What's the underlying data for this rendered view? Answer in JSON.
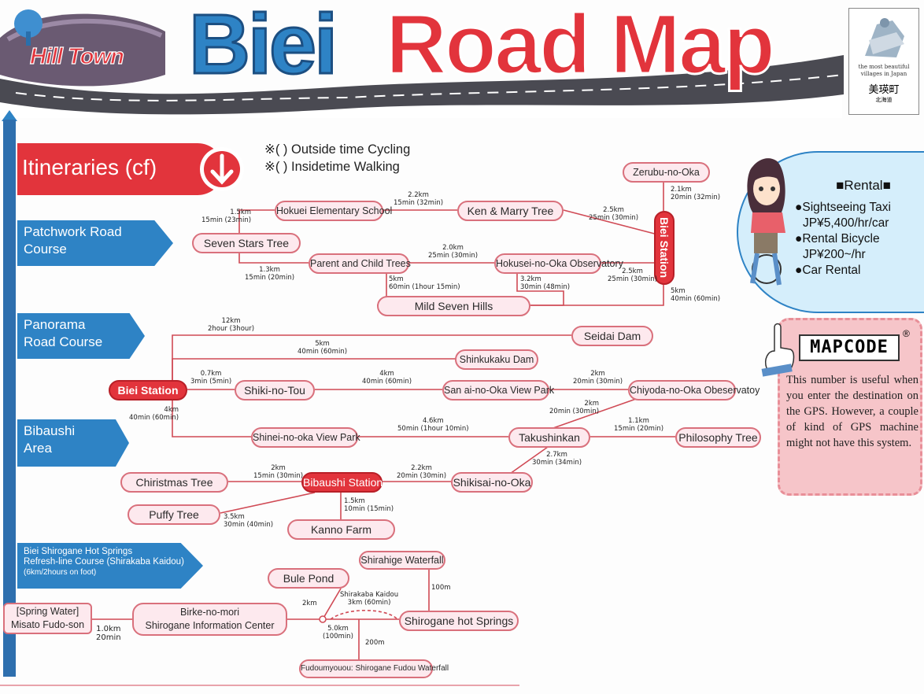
{
  "header": {
    "hilltown": "Hill Town",
    "biei": "Biei",
    "roadmap": "Road Map",
    "badge_line1": "the most beautiful",
    "badge_line2": "villages in Japan",
    "badge_town": "美瑛町",
    "badge_sub": "北海道"
  },
  "itineraries": {
    "label": "Itineraries (cf)",
    "legend_1": "※(    ) Outside time  Cycling",
    "legend_2": "※(    ) Insidetime  Walking"
  },
  "courses": [
    {
      "line1": "Patchwork Road",
      "line2": "Course"
    },
    {
      "line1": "Panorama",
      "line2": "Road Course"
    },
    {
      "line1": "Bibaushi",
      "line2": "Area"
    },
    {
      "line1": "Biei Shirogane Hot Springs",
      "line2": "Refresh-line Course (Shirakaba Kaidou)",
      "line3": "(6km/2hours on foot)"
    }
  ],
  "places": {
    "zerubu": "Zerubu-no-Oka",
    "hokuei": "Hokuei Elementary School",
    "kenmarry": "Ken & Marry Tree",
    "sevenstars": "Seven Stars Tree",
    "parentchild": "Parent and Child Trees",
    "hokusei": "Hokusei-no-Oka Observatory",
    "bieistation1": "Biei Station",
    "mildseven": "Mild Seven Hills",
    "seidai": "Seidai Dam",
    "shinkukaku": "Shinkukaku Dam",
    "bieistation2": "Biei Station",
    "shikinotou": "Shiki-no-Tou",
    "sanai": "San ai-no-Oka View Park",
    "chiyoda": "Chiyoda-no-Oka Obeservatoy",
    "shinei": "Shinei-no-oka View Park",
    "takushinkan": "Takushinkan",
    "philosophy": "Philosophy Tree",
    "christmas": "Chiristmas Tree",
    "bibaushi": "Bibaushi Station",
    "shikisai": "Shikisai-no-Oka",
    "puffy": "Puffy Tree",
    "kanno": "Kanno Farm",
    "shirahige": "Shirahige Waterfall",
    "bule": "Bule Pond",
    "spring": "[Spring Water]\nMisato Fudo-son",
    "birke": "Birke-no-mori\nShirogane Information Center",
    "shirogane": "Shirogane hot Springs",
    "fudou": "Fudoumyouou: Shirogane Fudou Waterfall"
  },
  "distances": {
    "d_zerubu": "2.1km\n20min (32min)",
    "d_hokuei_ken": "2.2km\n15min (32min)",
    "d_ken_biei": "2.5km\n25min (30min)",
    "d_seven_hokuei": "1.5km\n15min (23min)",
    "d_parent_hokusei": "2.0km\n25min (30min)",
    "d_hokusei_biei": "2.5km\n25min (30min)",
    "d_seven_parent": "1.3km\n15min (20min)",
    "d_parent_mild": "5km\n60min (1hour 15min)",
    "d_hokusei_mild": "3.2km\n30min (48min)",
    "d_biei_mild": "5km\n40min (60min)",
    "d_seidai": "12km\n2hour (3hour)",
    "d_shinkukaku": "5km\n40min (60min)",
    "d_shiki": "0.7km\n3min (5min)",
    "d_sanai": "4km\n40min (60min)",
    "d_chiyoda": "2km\n20min (30min)",
    "d_down": "4km\n40min (60min)",
    "d_chiyoda_taku": "2km\n20min (30min)",
    "d_shinei_taku": "4.6km\n50min (1hour 10min)",
    "d_philosophy": "1.1km\n15min (20min)",
    "d_shikisai": "2.7km\n30min (34min)",
    "d_christmas": "2km\n15min (30min)",
    "d_bibaushi_shikisai": "2.2km\n20min (30min)",
    "d_puffy": "3.5km\n30min (40min)",
    "d_kanno": "1.5km\n10min (15min)",
    "d_spring": "1.0km\n20min",
    "d_bule": "2km",
    "d_kaidou": "Shirakaba Kaidou\n3km (60min)",
    "d_birke_shirogane": "5.0km\n(100min)",
    "d_shirahige": "100m",
    "d_fudou": "200m"
  },
  "rental": {
    "title": "■Rental■",
    "taxi1": "●Sightseeing Taxi",
    "taxi2": "JP¥5,400/hr/car",
    "bike1": "●Rental Bicycle",
    "bike2": "JP¥200~/hr",
    "car": "●Car Rental"
  },
  "mapcode": {
    "title": "MAPCODE",
    "reg": "®",
    "text": "This number is useful when you enter the destination on the GPS. However, a couple of kind of GPS machine might not have this system."
  },
  "colors": {
    "brand_red": "#e2343c",
    "brand_blue": "#2e83c5",
    "node_fill": "#fde9ee",
    "line": "#d04a55"
  }
}
